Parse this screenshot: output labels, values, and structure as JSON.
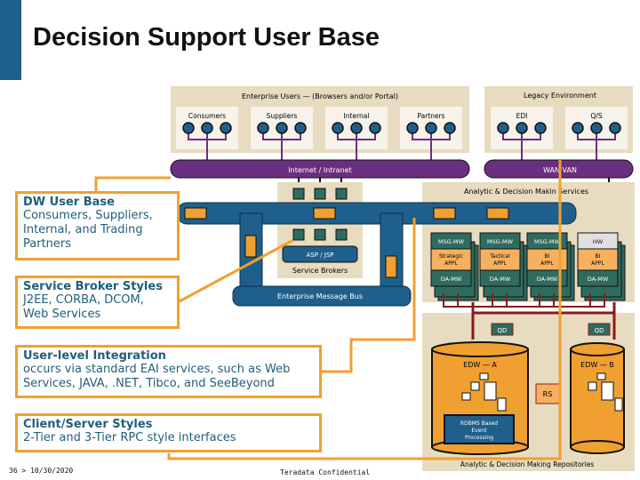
{
  "title": "Decision Support User Base",
  "diagram": {
    "enterprise_users": "Enterprise Users — (Browsers and/or Portal)",
    "legacy": "Legacy Environment",
    "user_groups": [
      "Consumers",
      "Suppliers",
      "Internal",
      "Partners"
    ],
    "legacy_groups": [
      "EDI",
      "Q/S"
    ],
    "internet": "Internet / Intranet",
    "wan": "WAN  VAN",
    "services": "Analytic & Decision Makin  Services",
    "asp": "ASP / JSP",
    "brokers": "Service Brokers",
    "bus": "Enterprise Message Bus",
    "apps": [
      {
        "top": "MSG-MW",
        "mid1": "Strategic",
        "mid2": "APPL",
        "bot": "DA-MW"
      },
      {
        "top": "MSG-MW",
        "mid1": "Tactical",
        "mid2": "APPL",
        "bot": "DA-MW"
      },
      {
        "top": "MSG-MW",
        "mid1": "BI",
        "mid2": "APPL",
        "bot": "DA-MW"
      },
      {
        "top": "HW",
        "mid1": "BI",
        "mid2": "APPL",
        "bot": "DA-MW"
      }
    ],
    "qd": "QD",
    "edw_a": "EDW — A",
    "edw_b": "EDW — B",
    "rs": "RS",
    "rdbms": [
      "RDBMS Based",
      "Event",
      "Processing"
    ],
    "repositories": "Analytic & Decision Making Repositories"
  },
  "callouts": [
    {
      "heading": "DW User Base",
      "body": "Consumers, Suppliers, Internal, and Trading Partners"
    },
    {
      "heading": "Service Broker Styles",
      "body": "J2EE, CORBA, DCOM, Web Services"
    },
    {
      "heading": "User-level Integration",
      "body": "occurs via standard EAI services, such as Web Services, JAVA, .NET, Tibco, and SeeBeyond"
    },
    {
      "heading": "Client/Server Styles",
      "body": "2-Tier and 3-Tier RPC style interfaces"
    }
  ],
  "footer": {
    "page": "36 > 10/30/2020",
    "confidential": "Teradata Confidential"
  },
  "colors": {
    "accent": "#f0a030",
    "blue": "#1f5f8b",
    "purple": "#6b2f7f",
    "beige": "#e8dcc0",
    "teal": "#2f6b5f"
  }
}
